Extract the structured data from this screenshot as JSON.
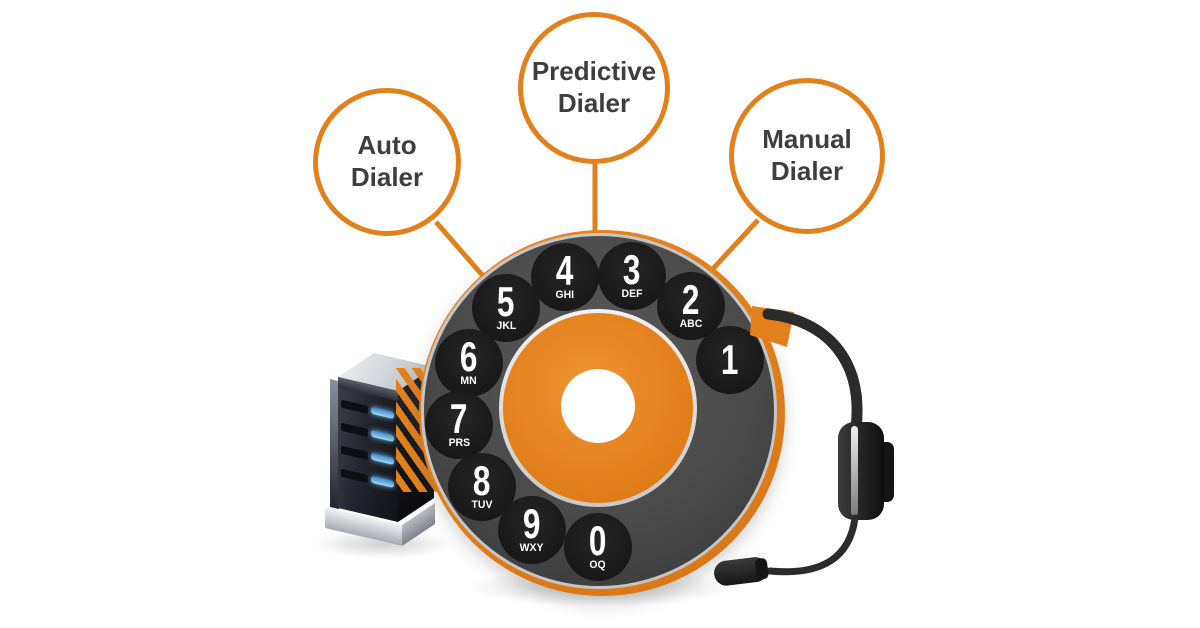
{
  "callouts": [
    {
      "id": "auto",
      "label": "Auto Dialer",
      "line1": "Auto",
      "line2": "Dialer"
    },
    {
      "id": "predictive",
      "label": "Predictive Dialer",
      "line1": "Predictive",
      "line2": "Dialer"
    },
    {
      "id": "manual",
      "label": "Manual Dialer",
      "line1": "Manual",
      "line2": "Dialer"
    }
  ],
  "dial": {
    "numbers": [
      {
        "digit": "1",
        "letters": ""
      },
      {
        "digit": "2",
        "letters": "ABC"
      },
      {
        "digit": "3",
        "letters": "DEF"
      },
      {
        "digit": "4",
        "letters": "GHI"
      },
      {
        "digit": "5",
        "letters": "JKL"
      },
      {
        "digit": "6",
        "letters": "MN"
      },
      {
        "digit": "7",
        "letters": "PRS"
      },
      {
        "digit": "8",
        "letters": "TUV"
      },
      {
        "digit": "9",
        "letters": "WXY"
      },
      {
        "digit": "0",
        "letters": "OQ"
      }
    ]
  },
  "icons": {
    "server": "server-tower-icon",
    "headset": "headset-icon",
    "dial": "rotary-dial-icon"
  },
  "colors": {
    "accent_orange": "#E2801C",
    "dial_ring": "#4A4A4A",
    "number_circle": "#1D1D1D",
    "label_text": "#3E3E3E",
    "led_blue": "#7FC2EE",
    "background": "#FFFFFF"
  }
}
